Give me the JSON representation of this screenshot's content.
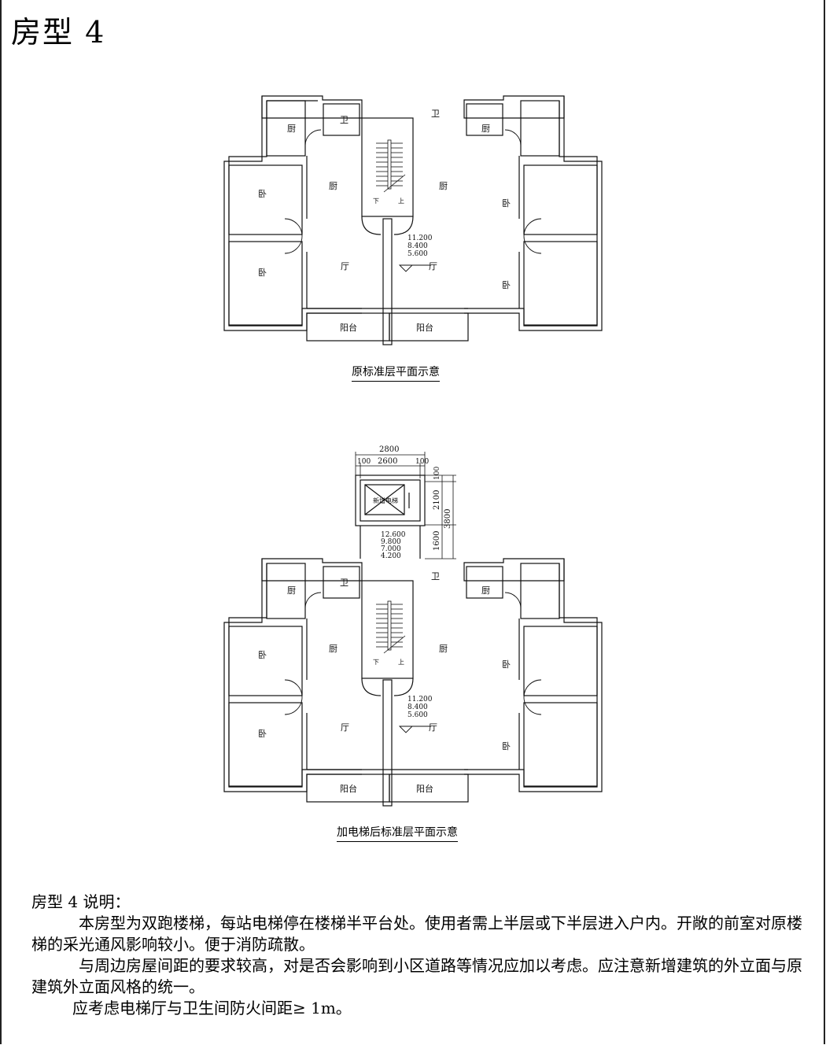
{
  "page_title": "房型 4",
  "rooms": {
    "kitchen": "厨",
    "bath": "卫",
    "bedroom": "卧",
    "hall": "厅",
    "balcony": "阳台",
    "stair_down": "下",
    "stair_up": "上",
    "elevator": "新增电梯"
  },
  "levels_original": [
    "11.200",
    "8.400",
    "5.600"
  ],
  "levels_landing": [
    "12.600",
    "9.800",
    "7.000",
    "4.200"
  ],
  "dims": {
    "width_total": "2800",
    "wall_left": "100",
    "clear_width": "2600",
    "wall_right": "100",
    "depth_wall": "100",
    "depth_shaft": "2100",
    "depth_landing": "1600",
    "depth_total": "3800"
  },
  "captions": {
    "original": "原标准层平面示意",
    "after": "加电梯后标准层平面示意"
  },
  "description": {
    "heading": "房型 4 说明：",
    "p1": "本房型为双跑楼梯，每站电梯停在楼梯半平台处。使用者需上半层或下半层进入户内。开敞的前室对原楼梯的采光通风影响较小。便于消防疏散。",
    "p2": "与周边房屋间距的要求较高，对是否会影响到小区道路等情况应加以考虑。应注意新增建筑的外立面与原建筑外立面风格的统一。",
    "p3": "应考虑电梯厅与卫生间防火间距≥ 1m。"
  }
}
